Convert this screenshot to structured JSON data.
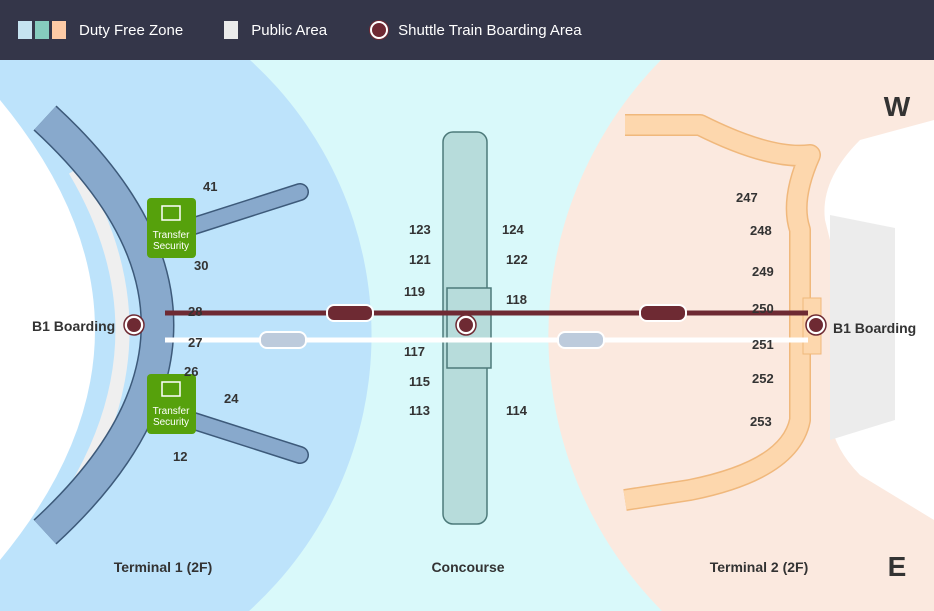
{
  "legend": {
    "duty_free": {
      "label": "Duty Free Zone",
      "colors": [
        "#c5e3f0",
        "#86ccbe",
        "#fecba6"
      ]
    },
    "public": {
      "label": "Public Area",
      "color": "#ebebeb"
    },
    "shuttle": {
      "label": "Shuttle Train Boarding Area",
      "color": "#6f2933"
    }
  },
  "directions": {
    "west": "W",
    "east": "E"
  },
  "terminal1": {
    "name": "Terminal 1 (2F)",
    "boarding": "B1 Boarding",
    "security_label_1": "Transfer",
    "security_label_2": "Security",
    "gates": [
      "41",
      "30",
      "28",
      "27",
      "26",
      "24",
      "12"
    ]
  },
  "concourse": {
    "name": "Concourse",
    "gates": [
      "123",
      "124",
      "121",
      "122",
      "119",
      "118",
      "117",
      "115",
      "113",
      "114"
    ]
  },
  "terminal2": {
    "name": "Terminal 2 (2F)",
    "boarding": "B1 Boarding",
    "gates": [
      "247",
      "248",
      "249",
      "250",
      "251",
      "252",
      "253"
    ]
  }
}
